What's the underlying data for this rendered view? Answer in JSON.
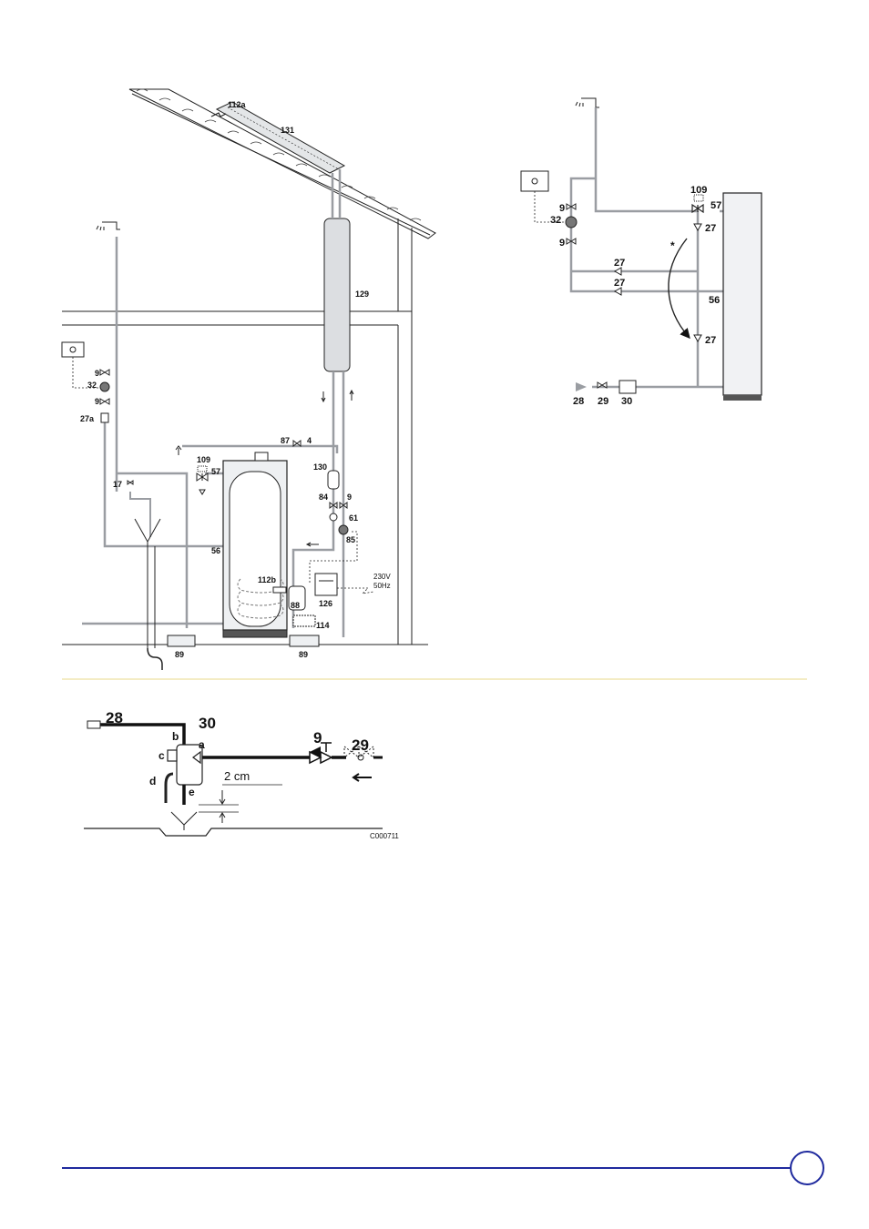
{
  "colors": {
    "pipe": "#9a9da2",
    "line": "#222222",
    "separator": "#e8d98a",
    "footer_rule": "#1f2a9e",
    "page_circle": "#1f2a9e"
  },
  "main_diagram": {
    "roof_label": "112a",
    "collector_label": "131",
    "pipe_duct_label": "129",
    "controls": {
      "c1": "9",
      "c2": "32",
      "c3": "9",
      "c4": "27a",
      "valve_a": "17",
      "junction": "56",
      "mixer_top": "109",
      "mixer_side": "57",
      "air_valve_a": "87",
      "air_valve_b": "4",
      "vessel": "130",
      "pump_a": "84",
      "pump_b": "9",
      "pump_c": "61",
      "pump_d": "85",
      "sensor": "112b",
      "controller": "126",
      "expansion": "88",
      "fill": "114",
      "drain_left": "89",
      "drain_right": "89",
      "voltage": "230V",
      "frequency": "50Hz"
    }
  },
  "schematic": {
    "mixer_top": "109",
    "mixer_side": "57",
    "v1": "9",
    "pump": "32",
    "v2": "9",
    "check_a": "27",
    "check_b": "27",
    "check_c": "27",
    "check_d": "27",
    "junction": "56",
    "star": "*",
    "inlet_a": "28",
    "inlet_b": "29",
    "inlet_c": "30"
  },
  "detail": {
    "inlet": "28",
    "group": "30",
    "valve": "9",
    "supply": "29",
    "port_a": "a",
    "port_b": "b",
    "port_c": "c",
    "port_d": "d",
    "port_e": "e",
    "gap": "2 cm",
    "code": "C000711"
  }
}
